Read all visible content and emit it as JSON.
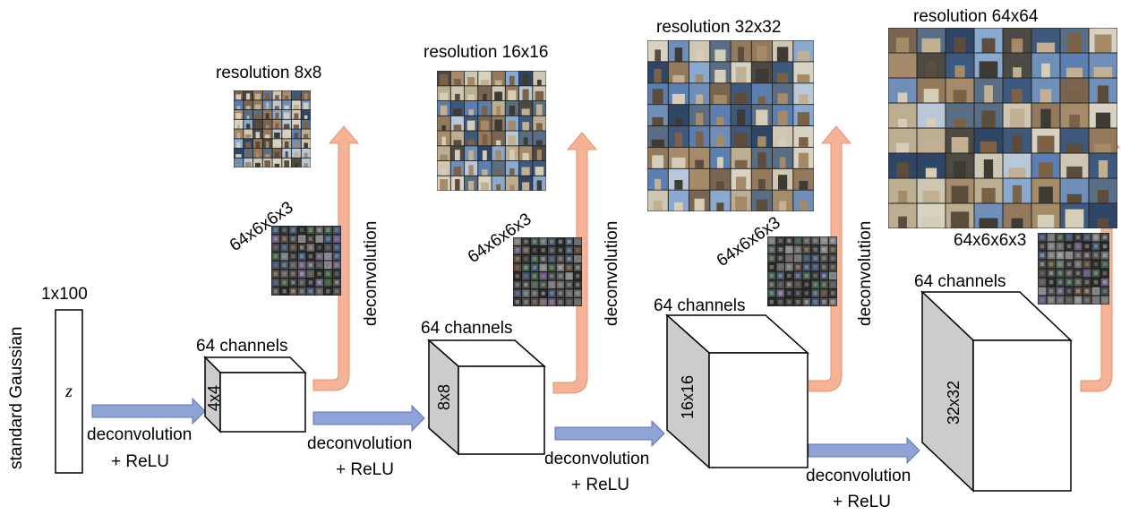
{
  "input": {
    "axis_label": "standard Gaussian",
    "size_label": "1x100",
    "symbol": "z"
  },
  "stages": [
    {
      "channels_label": "64 channels",
      "face_label": "4x4",
      "filters_label": "64x6x6x3",
      "resolution_label": "resolution 8x8",
      "grid_n": 8
    },
    {
      "channels_label": "64 channels",
      "face_label": "8x8",
      "filters_label": "64x6x6x3",
      "resolution_label": "resolution 16x16",
      "grid_n": 8
    },
    {
      "channels_label": "64 channels",
      "face_label": "16x16",
      "filters_label": "64x6x6x3",
      "resolution_label": "resolution 32x32",
      "grid_n": 8
    },
    {
      "channels_label": "64 channels",
      "face_label": "32x32",
      "filters_label": "64x6x6x3",
      "resolution_label": "resolution 64x64",
      "grid_n": 8
    }
  ],
  "forward_arrows": [
    {
      "line1": "deconvolution",
      "line2": "+ ReLU"
    },
    {
      "line1": "deconvolution",
      "line2": "+ ReLU"
    },
    {
      "line1": "deconvolution",
      "line2": "+ ReLU"
    },
    {
      "line1": "deconvolution",
      "line2": "+ ReLU"
    }
  ],
  "output_arrow_label": "deconvolution",
  "colors": {
    "blue_arrow": "#8fa3d6",
    "blue_arrow_stroke": "#5e75b8",
    "orange_arrow": "#f4b397",
    "orange_arrow_stroke": "#e8916d",
    "box_side": "#cccccc",
    "stroke": "#000000"
  }
}
